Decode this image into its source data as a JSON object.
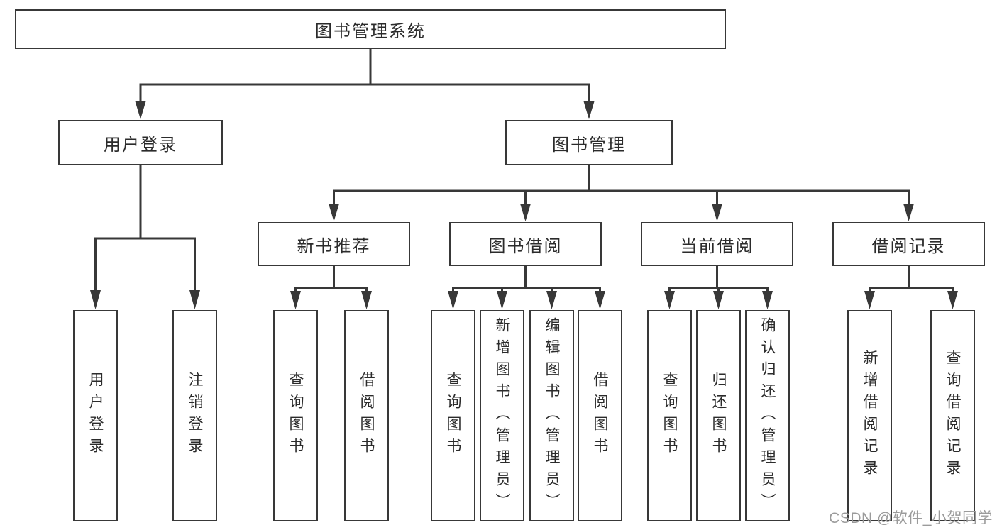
{
  "nodes": {
    "root": "图书管理系统",
    "l2": [
      "用户登录",
      "图书管理"
    ],
    "l3": [
      "新书推荐",
      "图书借阅",
      "当前借阅",
      "借阅记录"
    ],
    "leaves_login": [
      "用户登录",
      "注销登录"
    ],
    "leaves_new_book": [
      "查询图书",
      "借阅图书"
    ],
    "leaves_book_borrow": [
      "查询图书",
      "新增图书（管理员）",
      "编辑图书（管理员）",
      "借阅图书"
    ],
    "leaves_current_borrow": [
      "查询图书",
      "归还图书",
      "确认归还（管理员）"
    ],
    "leaves_borrow_records": [
      "新增借阅记录",
      "查询借阅记录"
    ]
  },
  "watermark": "CSDN @软件_小贺同学",
  "colors": {
    "border": "#383838",
    "line": "#383838",
    "text": "#2b2b2b",
    "background": "#ffffff",
    "watermark": "#9b9b9b"
  }
}
